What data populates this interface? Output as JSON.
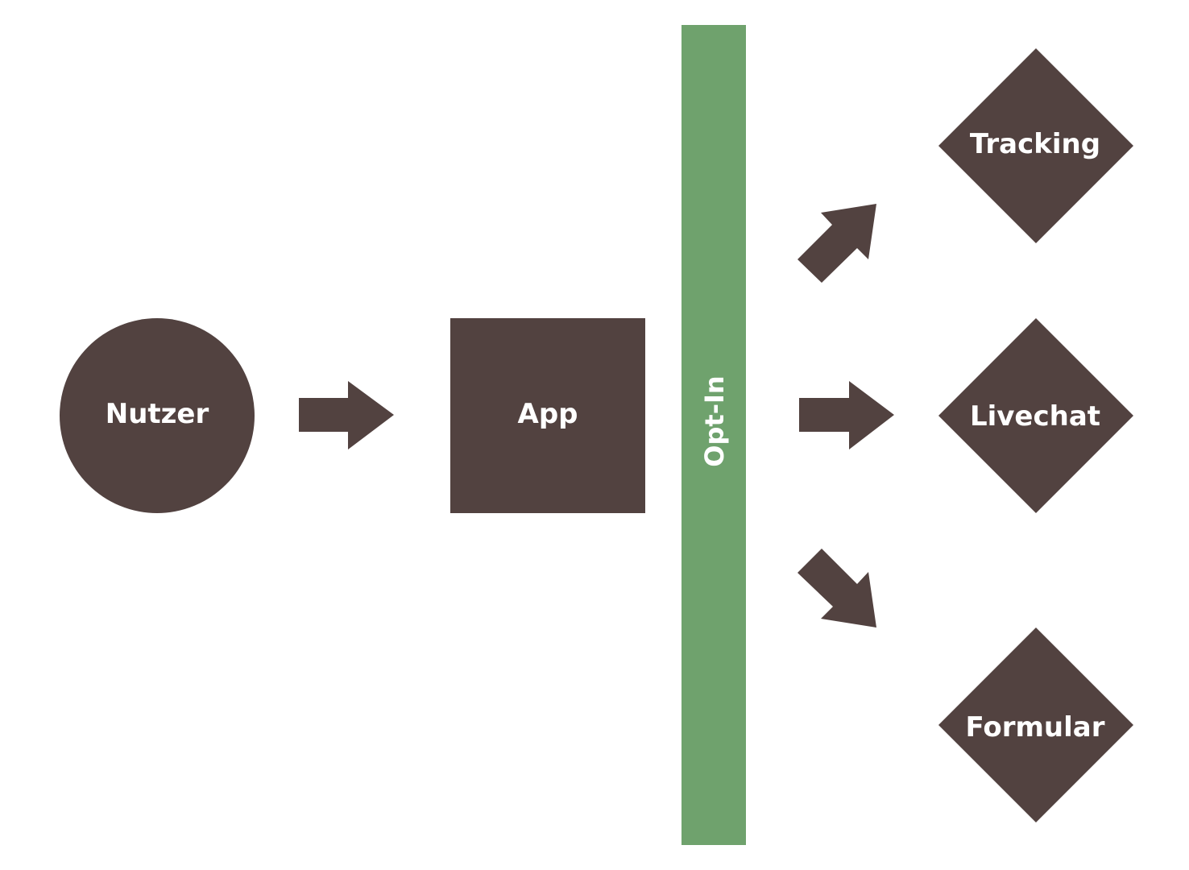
{
  "colors": {
    "node": "#524240",
    "barrier": "#6fa26d",
    "text": "#ffffff"
  },
  "nodes": {
    "user": "Nutzer",
    "app": "App",
    "tracking": "Tracking",
    "livechat": "Livechat",
    "form": "Formular"
  },
  "barrier": {
    "label": "Opt-In"
  }
}
